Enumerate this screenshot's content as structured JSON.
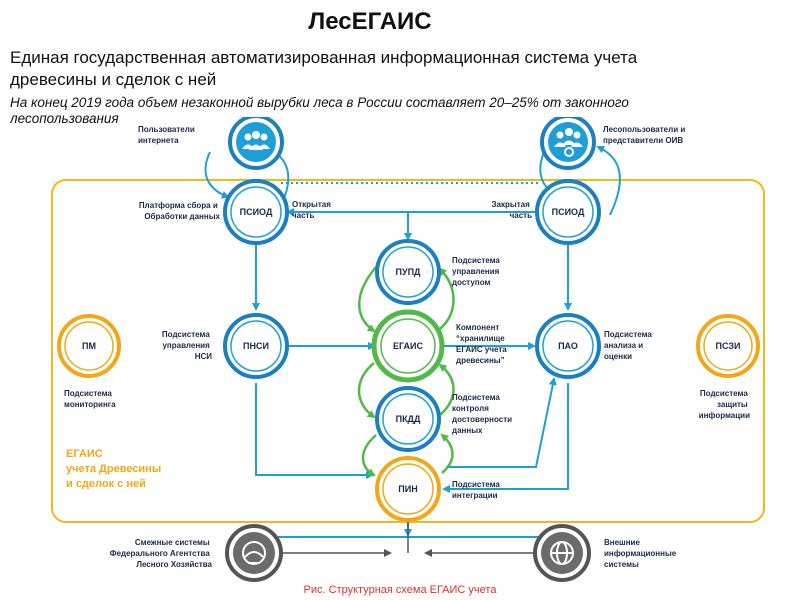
{
  "slide": {
    "title": "ЛесЕГАИС",
    "subtitle_line1": "Единая государственная автоматизированная информационная система учета",
    "subtitle_line2": "древесины и сделок с ней",
    "note_line1": "На конец 2019 года объем незаконной вырубки леса в России составляет 20–25% от законного",
    "note_line2": "лесопользования",
    "caption": "Рис. Структурная схема ЕГАИС учета"
  },
  "colors": {
    "blue": "#1f9fd8",
    "dark_blue": "#1b7fc0",
    "green": "#52b848",
    "orange": "#f0a818",
    "gray": "#6b6b6b"
  },
  "nodes": {
    "psiod_left": "ПСИОД",
    "psiod_right": "ПСИОД",
    "pupd": "ПУПД",
    "egais": "ЕГАИС",
    "pnsi": "ПНСИ",
    "pao": "ПАО",
    "pm": "ПМ",
    "pszi": "ПСЗИ",
    "pkdd": "ПКДД",
    "pin": "ПИН"
  },
  "icons": {
    "users": "users-icon",
    "forest_users": "people-gear-icon",
    "related": "forestry-icon",
    "external": "globe-icon"
  },
  "labels": {
    "internet_users": [
      "Пользователи",
      "интернета"
    ],
    "forest_users": [
      "Лесопользователи и",
      "представители ОИВ"
    ],
    "platform": [
      "Платформа сбора и",
      "Обработки данных"
    ],
    "open_part": [
      "Открытая",
      "часть"
    ],
    "closed_part": [
      "Закрытая",
      "часть"
    ],
    "pupd_desc": [
      "Подсистема",
      "управления",
      "доступом"
    ],
    "pnsi_desc": [
      "Подсистема",
      "управления",
      "НСИ"
    ],
    "egais_desc": [
      "Компонент",
      "“хранилище",
      "ЕГАИС учета",
      "древесины”"
    ],
    "pao_desc": [
      "Подсистема",
      "анализа и",
      "оценки"
    ],
    "pm_desc": [
      "Подсистема",
      "мониторинга"
    ],
    "pszi_desc": [
      "Подсистема",
      "защиты",
      "информации"
    ],
    "pkdd_desc": [
      "Подсистема",
      "контроля",
      "достоверности",
      "данных"
    ],
    "pin_desc": [
      "Подсистема",
      "интеграции"
    ],
    "egais_system": [
      "ЕГАИС",
      "учета Древесины",
      "и сделок с ней"
    ],
    "related_systems": [
      "Смежные системы",
      "Федерального Агентства",
      "Лесного Хозяйства"
    ],
    "external_systems": [
      "Внешние",
      "информационные",
      "системы"
    ]
  }
}
